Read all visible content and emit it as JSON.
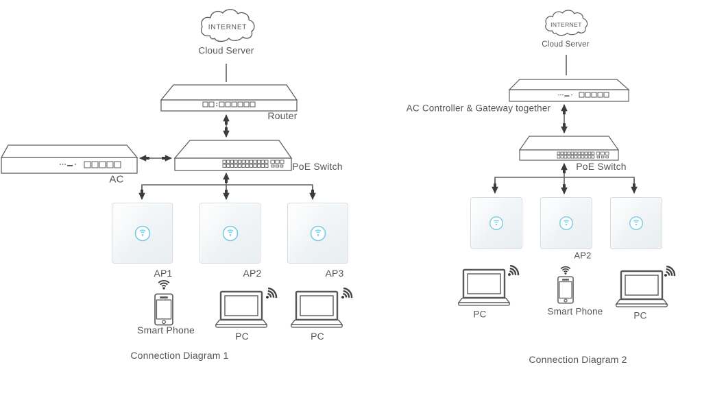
{
  "diagram1": {
    "caption": "Connection Diagram 1",
    "internet": "INTERNET",
    "cloud_label": "Cloud Server",
    "router": "Router",
    "poe_switch": "PoE Switch",
    "ac": "AC",
    "ap_labels": [
      "AP1",
      "AP2",
      "AP3"
    ],
    "smart_phone": "Smart Phone",
    "pcs": [
      "PC",
      "PC"
    ]
  },
  "diagram2": {
    "caption": "Connection Diagram 2",
    "internet": "INTERNET",
    "cloud_label": "Cloud Server",
    "ac_gateway": "AC Controller & Gateway together",
    "poe_switch": "PoE Switch",
    "ap_label": "AP2",
    "smart_phone": "Smart Phone",
    "pcs": [
      "PC",
      "PC"
    ]
  },
  "colors": {
    "line": "#5d6063",
    "text": "#515458",
    "arrow": "#3b3c3e",
    "ap_icon": "#7bccdf",
    "background": "#ffffff"
  }
}
